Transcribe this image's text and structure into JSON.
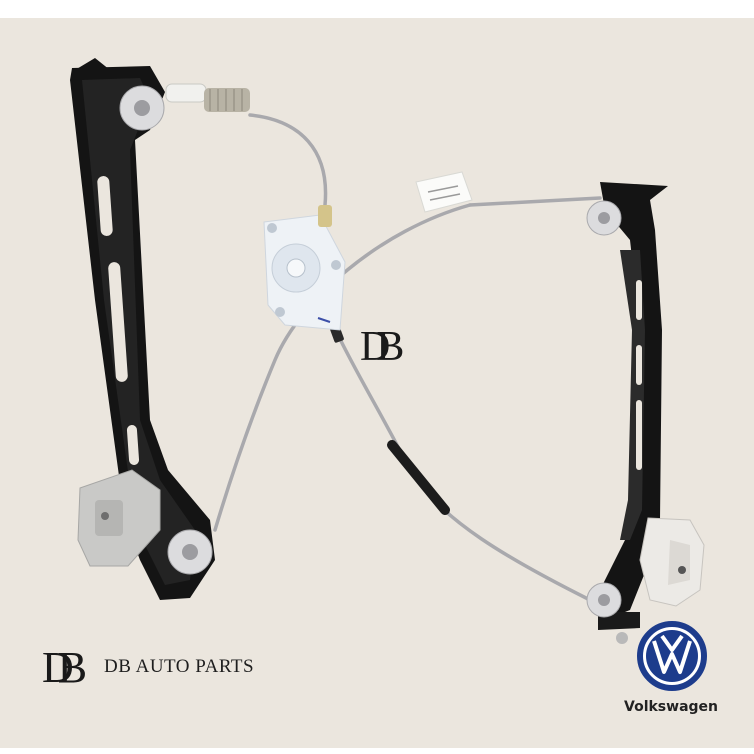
{
  "image": {
    "subject": "window-regulator",
    "background_color": "#ebe6de"
  },
  "watermark": {
    "monogram": "DB"
  },
  "brand": {
    "monogram": "DB",
    "name": "DB AUTO PARTS"
  },
  "manufacturer": {
    "logo_text": "VW",
    "name": "Volkswagen",
    "logo_color": "#1d3c8c"
  }
}
